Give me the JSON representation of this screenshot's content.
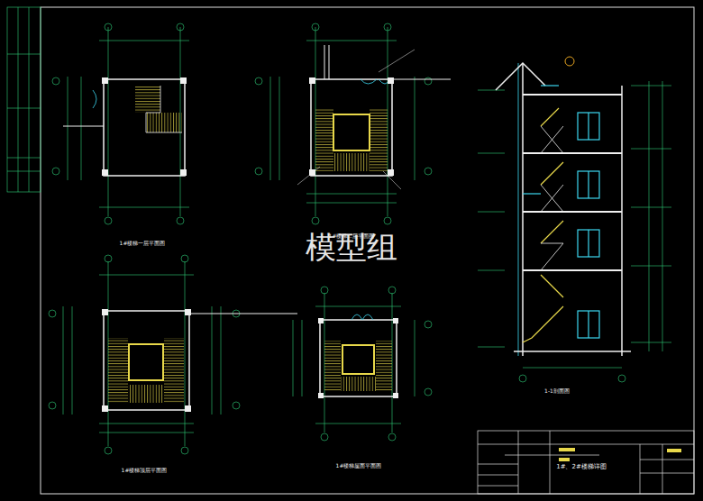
{
  "diagram": {
    "labels": [
      "模型组",
      "1#楼梯一层平面图",
      "1#楼梯二层平面图",
      "1#楼梯顶层平面图",
      "1#楼梯屋面平面图",
      "1-1剖面图",
      "1#、2#楼梯详图"
    ]
  }
}
